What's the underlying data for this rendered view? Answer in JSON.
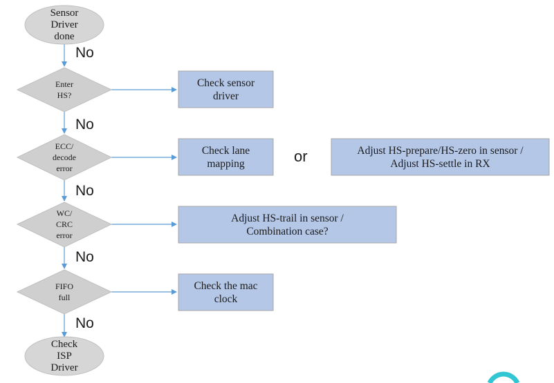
{
  "colors": {
    "terminal_fill": "#d6d6d6",
    "decision_fill": "#cfcfcf",
    "process_fill": "#b4c7e7",
    "process_border": "#a6a6a6",
    "connector": "#5b9bd5",
    "corner_mark": "#32c5d2"
  },
  "nodes": {
    "start": "Sensor\nDriver\ndone",
    "d_enter_hs": "Enter\nHS?",
    "d_ecc": "ECC/\ndecode\nerror",
    "d_wc_crc": "WC/\nCRC\nerror",
    "d_fifo": "FIFO\nfull",
    "end": "Check\nISP\nDriver",
    "p_sensor_driver": "Check sensor\ndriver",
    "p_lane_mapping": "Check lane\nmapping",
    "p_hs_prepare": "Adjust HS-prepare/HS-zero in sensor /\nAdjust HS-settle in RX",
    "p_hs_trail": "Adjust HS-trail in sensor /\nCombination case?",
    "p_mac_clock": "Check the mac\nclock"
  },
  "labels": {
    "no_1": "No",
    "no_2": "No",
    "no_3": "No",
    "no_4": "No",
    "no_5": "No",
    "or": "or"
  }
}
